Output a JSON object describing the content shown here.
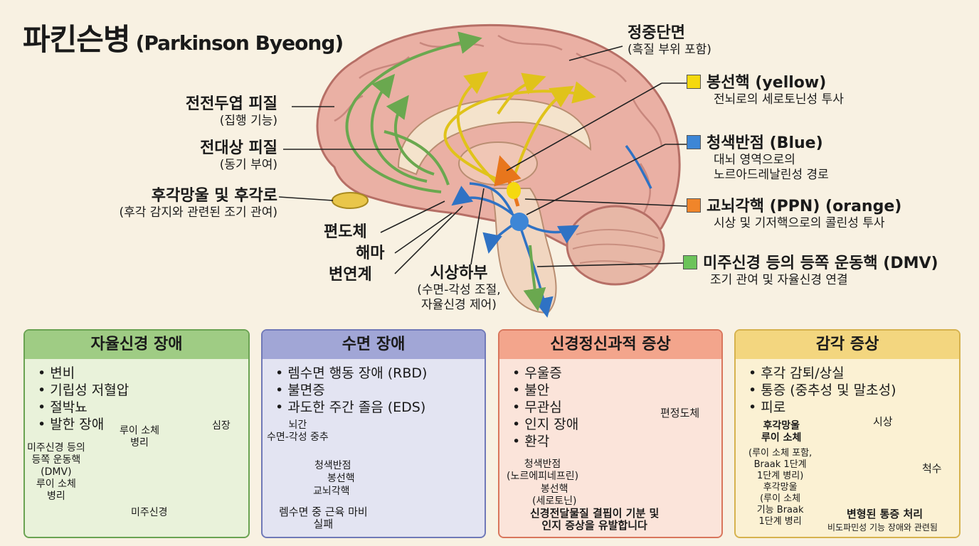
{
  "title": {
    "main": "파킨슨병",
    "sub": "(Parkinson Byeong)"
  },
  "left_labels": [
    {
      "main": "전전두엽 피질",
      "sub": "(집행 기능)"
    },
    {
      "main": "전대상 피질",
      "sub": "(동기 부여)"
    },
    {
      "main": "후각망울 및 후각로",
      "sub": "(후각 감지와 관련된 조기 관여)"
    }
  ],
  "bottom_labels": {
    "amygdala": "편도체",
    "hippocampus": "해마",
    "limbic": "변연계",
    "hypothalamus": {
      "main": "시상하부",
      "sub1": "(수면-각성 조절,",
      "sub2": "자율신경 제어)"
    }
  },
  "midsagittal": {
    "main": "정중단면",
    "sub": "(흑질 부위 포함)"
  },
  "legend": [
    {
      "name": "봉선핵 (yellow)",
      "desc1": "전뇌로의 세로토닌성 투사",
      "desc2": "",
      "color": "#f5d90f"
    },
    {
      "name": "청색반점 (Blue)",
      "desc1": "대뇌 영역으로의",
      "desc2": "노르아드레날린성 경로",
      "color": "#3d86d6"
    },
    {
      "name": "교뇌각핵 (PPN) (orange)",
      "desc1": "시상 및 기저핵으로의 콜린성 투사",
      "desc2": "",
      "color": "#f0852a"
    },
    {
      "name": "미주신경 등의 등쪽 운동핵 (DMV)",
      "desc1": "조기 관여 및 자율신경 연결",
      "desc2": "",
      "color": "#6cc35a"
    }
  ],
  "panels": [
    {
      "title": "자율신경 장애",
      "items": [
        "변비",
        "기립성 저혈압",
        "절박뇨",
        "발한 장애"
      ],
      "labels": {
        "heart": "심장",
        "lewy": "루이 소체\n병리",
        "dmv": "미주신경 등의\n등쪽 운동핵\n(DMV)\n루이 소체\n병리",
        "vagus": "미주신경"
      },
      "colors": {
        "bg": "#e9f2da",
        "header": "#9fcc84",
        "border": "#6aa352"
      }
    },
    {
      "title": "수면 장애",
      "items": [
        "렘수면 행동 장애 (RBD)",
        "불면증",
        "과도한 주간 졸음 (EDS)"
      ],
      "labels": {
        "center": "뇌간\n수면-각성 중추",
        "lc": "청색반점",
        "raphe": "봉선핵",
        "ppn": "교뇌각핵",
        "note": "렘수면 중 근육 마비\n실패"
      },
      "colors": {
        "bg": "#e3e4f2",
        "header": "#a1a6d6",
        "border": "#7079b8"
      }
    },
    {
      "title": "신경정신과적 증상",
      "items": [
        "우울증",
        "불안",
        "무관심",
        "인지 장애",
        "환각"
      ],
      "labels": {
        "cuneus": "편정도체",
        "lc": "청색반점\n(노르에피네프린)",
        "raphe": "봉선핵\n(세로토닌)",
        "note": "신경전달물질 결핍이 기분 및\n인지 증상을 유발합니다"
      },
      "colors": {
        "bg": "#fbe4da",
        "header": "#f3a58c",
        "border": "#d9765c"
      }
    },
    {
      "title": "감각 증상",
      "items": [
        "후각 감퇴/상실",
        "통증 (중추성 및 말초성)",
        "피로"
      ],
      "labels": {
        "bulb": "후각망울\n루이 소체",
        "bulb_note": "(루이 소체 포함,\nBraak 1단계\n1단계 병리)\n후각망울\n(루이 소체\n기능 Braak\n1단계 병리",
        "thalamus": "시상",
        "spinal": "척수",
        "pain": "변형된 통증 처리",
        "pain_note": "비도파민성 기능 장애와 관련됨"
      },
      "colors": {
        "bg": "#fbf1d3",
        "header": "#f3d67f",
        "border": "#d6b24e"
      }
    }
  ]
}
